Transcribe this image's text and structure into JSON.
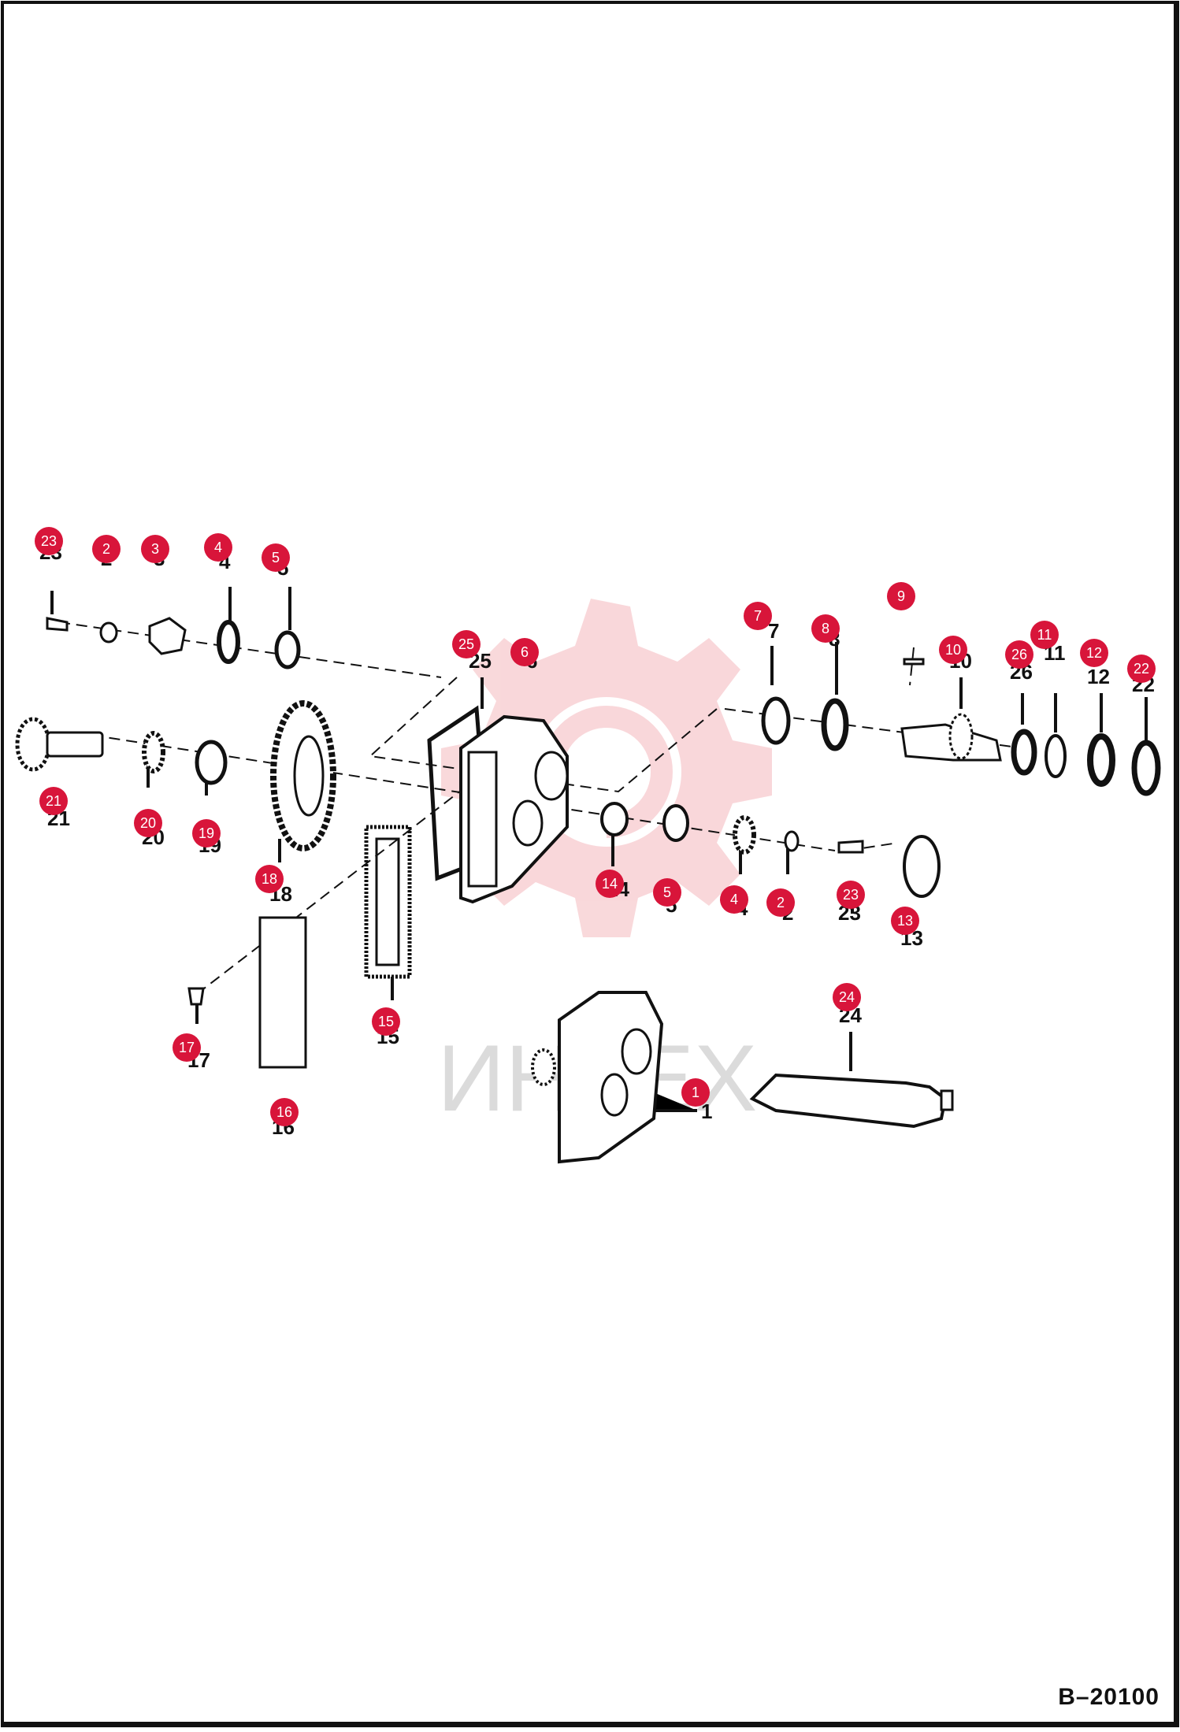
{
  "diagram": {
    "code": "B–20100",
    "watermark": "ИНТЕХ",
    "callout_color": "#d8153a",
    "parts": [
      "1",
      "2",
      "3",
      "4",
      "5",
      "6",
      "7",
      "8",
      "9",
      "10",
      "11",
      "12",
      "13",
      "14",
      "15",
      "16",
      "17",
      "18",
      "19",
      "20",
      "21",
      "22",
      "23",
      "24",
      "25",
      "26"
    ]
  }
}
